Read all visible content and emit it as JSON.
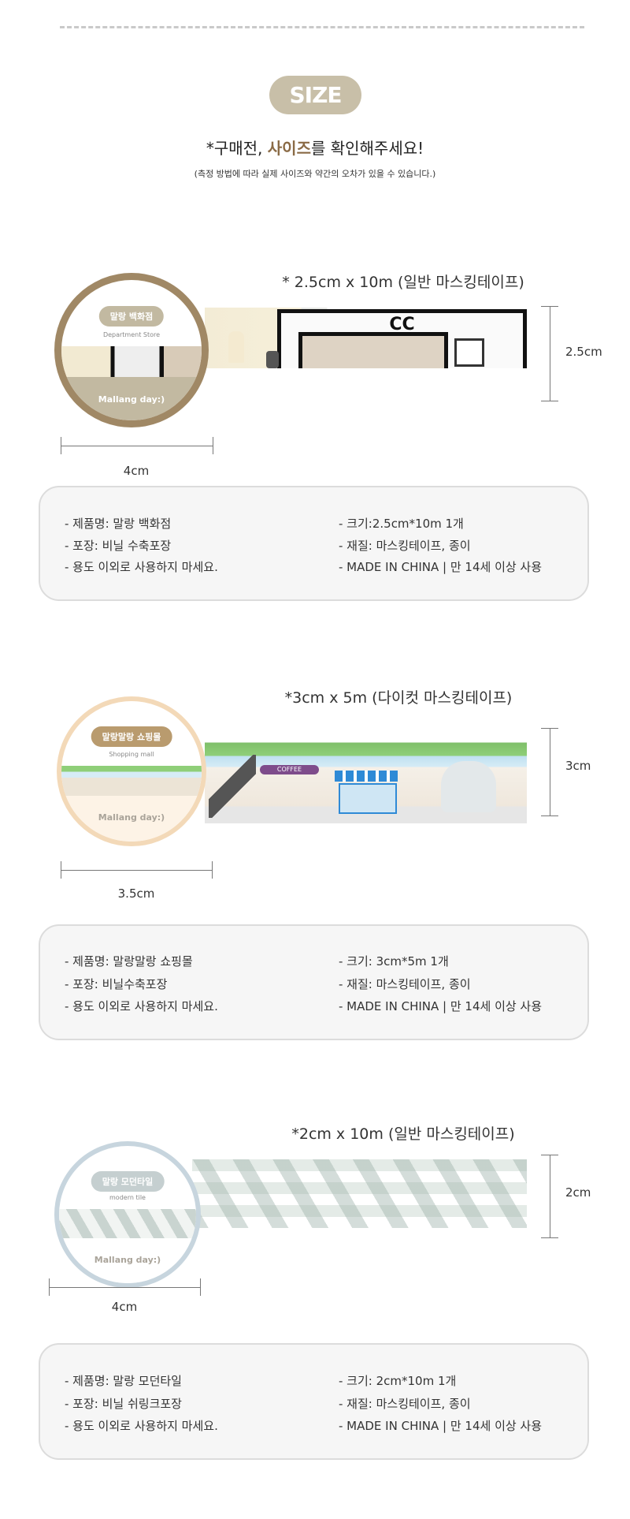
{
  "header": {
    "badge": "SIZE",
    "title_prefix": "*구매전, ",
    "title_accent": "사이즈",
    "title_suffix": "를 확인해주세요!",
    "subtitle": "(측정 방법에 따라 실제 사이즈와 약간의 오차가 있을 수 있습니다.)",
    "accent_color": "#8a6a45",
    "badge_color": "#c8bfa8"
  },
  "products": [
    {
      "spec": "* 2.5cm x 10m (일반 마스킹테이프)",
      "ring": {
        "label": "말랑 백화점",
        "sub": "Department Store",
        "brand": "Mallang day:)",
        "color": "#a08865"
      },
      "height_label": "2.5cm",
      "width_label": "4cm",
      "info_left": [
        "- 제품명: 말랑 백화점",
        "- 포장: 비닐 수축포장",
        "- 용도 이외로 사용하지 마세요."
      ],
      "info_right": [
        "- 크기:2.5cm*10m 1개",
        "- 재질: 마스킹테이프, 종이",
        "- MADE IN CHINA |  만 14세 이상 사용"
      ],
      "art_text": "CC"
    },
    {
      "spec": "*3cm x 5m (다이컷 마스킹테이프)",
      "ring": {
        "label": "말랑말랑 쇼핑몰",
        "sub": "Shopping mall",
        "brand": "Mallang day:)",
        "color": "#f3d9b8"
      },
      "height_label": "3cm",
      "width_label": "3.5cm",
      "info_left": [
        "- 제품명: 말랑말랑 쇼핑몰",
        "- 포장: 비닐수축포장",
        "- 용도 이외로 사용하지 마세요."
      ],
      "info_right": [
        "- 크기: 3cm*5m 1개",
        "- 재질: 마스킹테이프, 종이",
        "- MADE IN CHINA |  만 14세 이상 사용"
      ],
      "art_text": "COFFEE"
    },
    {
      "spec": "*2cm x 10m (일반 마스킹테이프)",
      "ring": {
        "label": "말랑 모던타일",
        "sub": "modern tile",
        "brand": "Mallang day:)",
        "color": "#c7d5de"
      },
      "height_label": "2cm",
      "width_label": "4cm",
      "info_left": [
        "- 제품명: 말랑 모던타일",
        "- 포장: 비닐 쉬링크포장",
        "- 용도 이외로 사용하지 마세요."
      ],
      "info_right": [
        "- 크기: 2cm*10m 1개",
        "- 재질: 마스킹테이프, 종이",
        "- MADE IN CHINA  |  만 14세 이상 사용"
      ]
    }
  ]
}
